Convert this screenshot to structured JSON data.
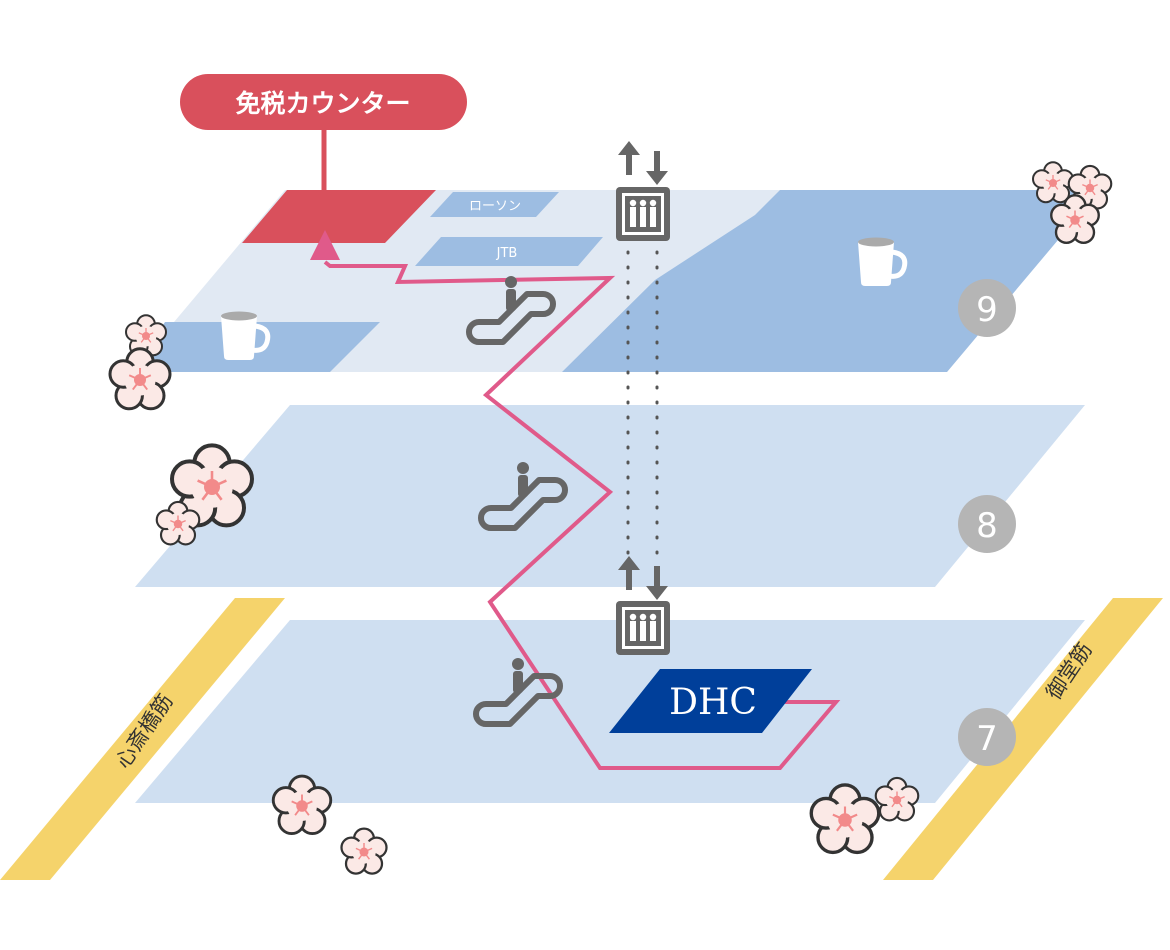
{
  "title_label": "免税カウンター",
  "shops": {
    "lawson": "ローソン",
    "jtb": "JTB",
    "dhc": "DHC"
  },
  "floors": [
    {
      "number": "9"
    },
    {
      "number": "8"
    },
    {
      "number": "7"
    }
  ],
  "streets": {
    "left": "心斎橋筋",
    "right": "御堂筋"
  },
  "icons": [
    "elevator-icon",
    "escalator-icon",
    "cafe-icon",
    "sakura-icon",
    "up-down-arrows-icon"
  ],
  "colors": {
    "route": "#e05a8a",
    "counter": "#d9505c",
    "floor_light": "#cfdff1",
    "floor_area": "#9dbde2",
    "street": "#f5d36b",
    "badge": "#b5b5b5",
    "dhc_blue": "#003f9a",
    "icon_gray": "#666666"
  }
}
